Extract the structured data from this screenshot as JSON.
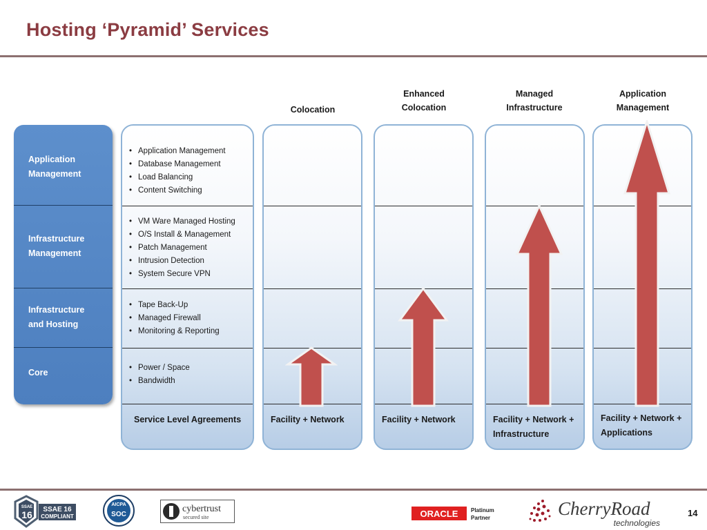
{
  "title": "Hosting ‘Pyramid’ Services",
  "columns": [
    {
      "header": [
        "Colocation"
      ],
      "footer": "Facility + Network",
      "arrow_level": 1
    },
    {
      "header": [
        "Enhanced",
        "Colocation"
      ],
      "footer": "Facility + Network",
      "arrow_level": 2
    },
    {
      "header": [
        "Managed",
        "Infrastructure"
      ],
      "footer": "Facility + Network +\nInfrastructure",
      "arrow_level": 3
    },
    {
      "header": [
        "Application",
        "Management"
      ],
      "footer": "Facility + Network +\nApplications",
      "arrow_level": 4
    }
  ],
  "tiers": [
    {
      "label": "Application\nManagement"
    },
    {
      "label": "Infrastructure\nManagement"
    },
    {
      "label": "Infrastructure\nand Hosting"
    },
    {
      "label": "Core"
    }
  ],
  "services": {
    "app": [
      "Application Management",
      "Database Management",
      "Load Balancing",
      "Content Switching"
    ],
    "infra": [
      "VM Ware Managed Hosting",
      "O/S Install & Management",
      "Patch Management",
      "Intrusion Detection",
      "System Secure VPN"
    ],
    "hosting": [
      "Tape Back-Up",
      "Managed Firewall",
      "Monitoring & Reporting"
    ],
    "core": [
      "Power / Space",
      "Bandwidth"
    ],
    "footer": "Service Level Agreements"
  },
  "logos": {
    "ssae_top": "SSAE 16",
    "ssae_bottom": "COMPLIANT",
    "ssae_side": "SSAE",
    "ssae_num": "16",
    "aicpa": "AICPA",
    "soc": "SOC",
    "cybertrust": "cybertrust",
    "cybertrust_sub": "secured site",
    "oracle": "ORACLE",
    "oracle_partner": "Platinum\nPartner",
    "cherryroad": "CherryRoad",
    "cherryroad_sub": "technologies"
  },
  "page_number": "14",
  "colors": {
    "title": "#8b3c42",
    "arrow": "#c0504d",
    "panel_border": "#8fb3d6",
    "left_panel": "#4f81bd"
  }
}
